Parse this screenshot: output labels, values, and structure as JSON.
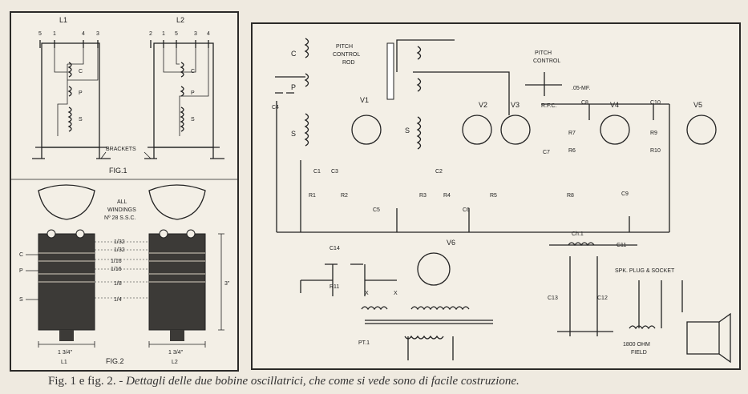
{
  "fig1": {
    "coil_left": "L1",
    "coil_right": "L2",
    "pins_left": [
      "5",
      "1",
      "4",
      "3"
    ],
    "pins_right": [
      "2",
      "1",
      "5",
      "3",
      "4"
    ],
    "winding_c": "C",
    "winding_p": "P",
    "winding_s": "S",
    "brackets": "BRACKETS",
    "title": "FIG.1"
  },
  "fig2": {
    "all_windings": [
      "ALL",
      "WINDINGS",
      "Nº 28 S.S.C."
    ],
    "side_labels": [
      "C",
      "P",
      "S"
    ],
    "dims_mid": [
      "1/32",
      "1/32",
      "1/16",
      "1/16",
      "1/8",
      "1/4"
    ],
    "height": "3\"",
    "width_left": "1 3/4\"",
    "width_right": "1 3/4\"",
    "coil_left": "L1",
    "coil_right": "L2",
    "title": "FIG.2"
  },
  "schematic": {
    "labels": {
      "pitch_control_rod": [
        "PITCH",
        "CONTROL",
        "ROD"
      ],
      "pitch_control": [
        "PITCH",
        "CONTROL"
      ],
      "cap_value": ".05-MF.",
      "tubes": [
        "V1",
        "V2",
        "V3",
        "V4",
        "V5",
        "V6"
      ],
      "caps": [
        "C1",
        "C2",
        "C3",
        "C4",
        "C5",
        "C6",
        "C7",
        "C8",
        "C9",
        "C10",
        "C11",
        "C12",
        "C13",
        "C14"
      ],
      "resistors": [
        "R1",
        "R2",
        "R3",
        "R4",
        "R5",
        "R6",
        "R7",
        "R8",
        "R9",
        "R10",
        "R11"
      ],
      "rfc": "R.F.C.",
      "choke": "Ch.1",
      "transformer": "PT.1",
      "speaker_plug": "SPK. PLUG & SOCKET",
      "field": [
        "1800 OHM",
        "FIELD"
      ],
      "x": "X"
    }
  },
  "caption": {
    "prefix": "Fig. 1 e fig. 2. - ",
    "text": "Dettagli delle due bobine oscillatrici, che come si vede sono di facile costruzione."
  }
}
